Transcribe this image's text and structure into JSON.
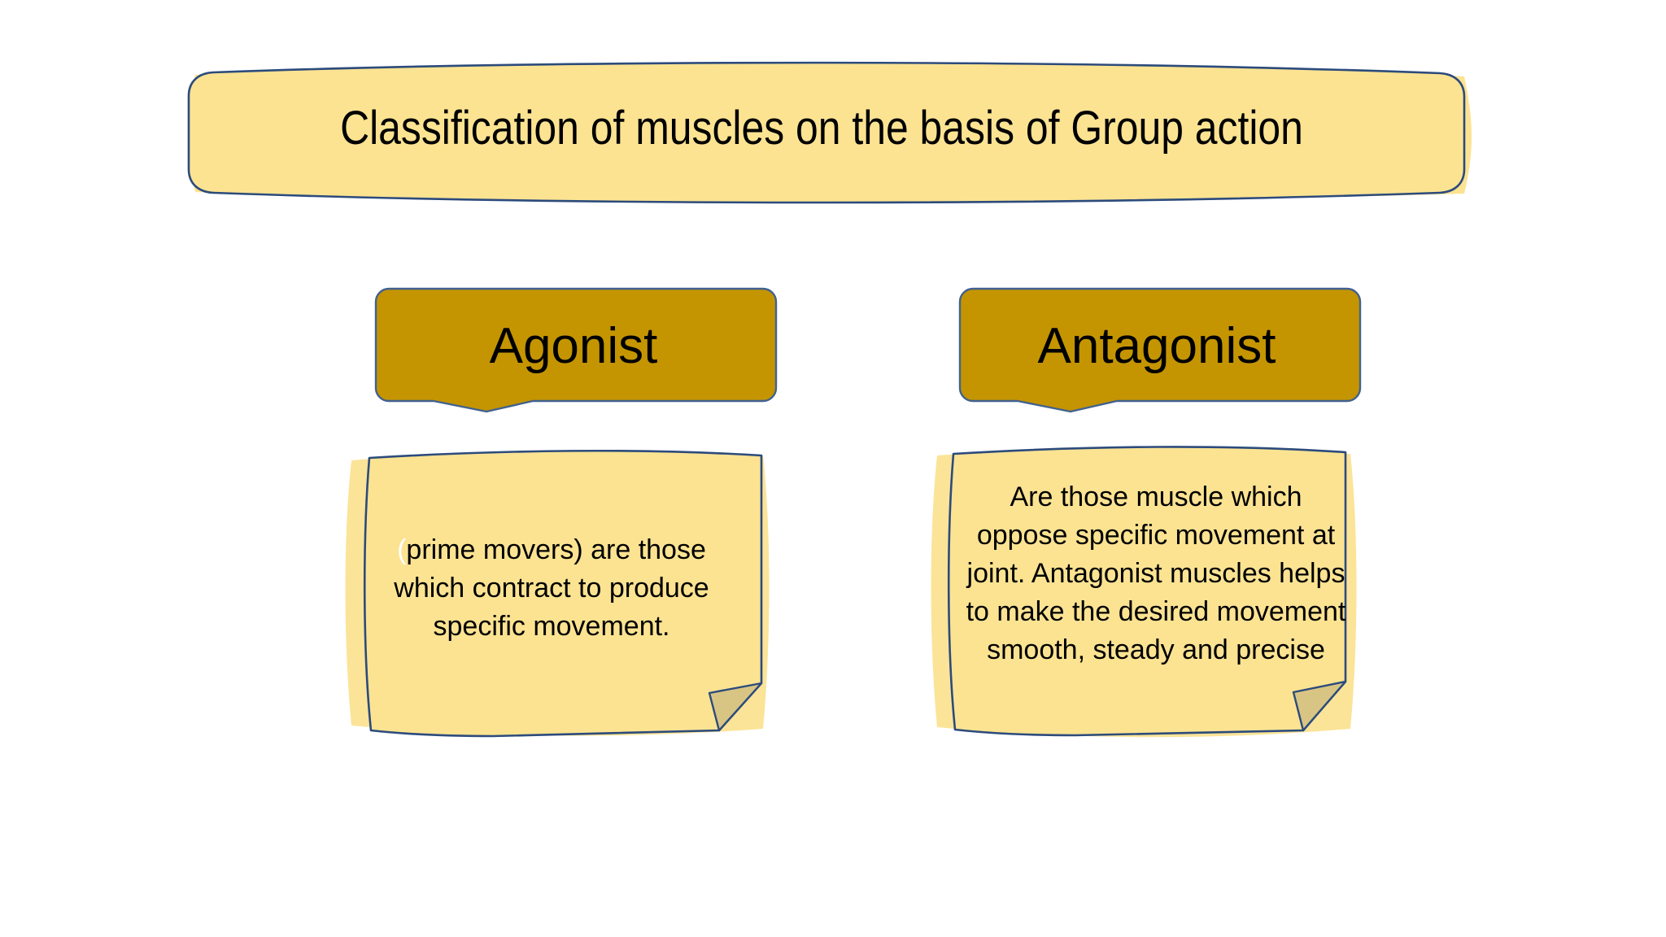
{
  "slide": {
    "background_color": "#ffffff",
    "title": {
      "text": "Classification of muscles on the basis of Group action",
      "fill_color": "#FBE392",
      "border_color": "#2C4B7C"
    },
    "branches": [
      {
        "id": "agonist",
        "header_label": "Agonist",
        "header_fill": "#C49500",
        "header_border": "#2C4B7C",
        "note_fill": "#FBE392",
        "note_border": "#2C4B7C",
        "note_fold_color": "#D8C583",
        "note_leading_paren": "(",
        "note_text": "prime movers) are those which contract to produce specific movement."
      },
      {
        "id": "antagonist",
        "header_label": "Antagonist",
        "header_fill": "#C49500",
        "header_border": "#2C4B7C",
        "note_fill": "#FBE392",
        "note_border": "#2C4B7C",
        "note_fold_color": "#D8C583",
        "note_leading_paren": "",
        "note_text": "Are those muscle which oppose specific movement at joint. Antagonist muscles helps to make the desired movement smooth, steady and precise"
      }
    ]
  }
}
